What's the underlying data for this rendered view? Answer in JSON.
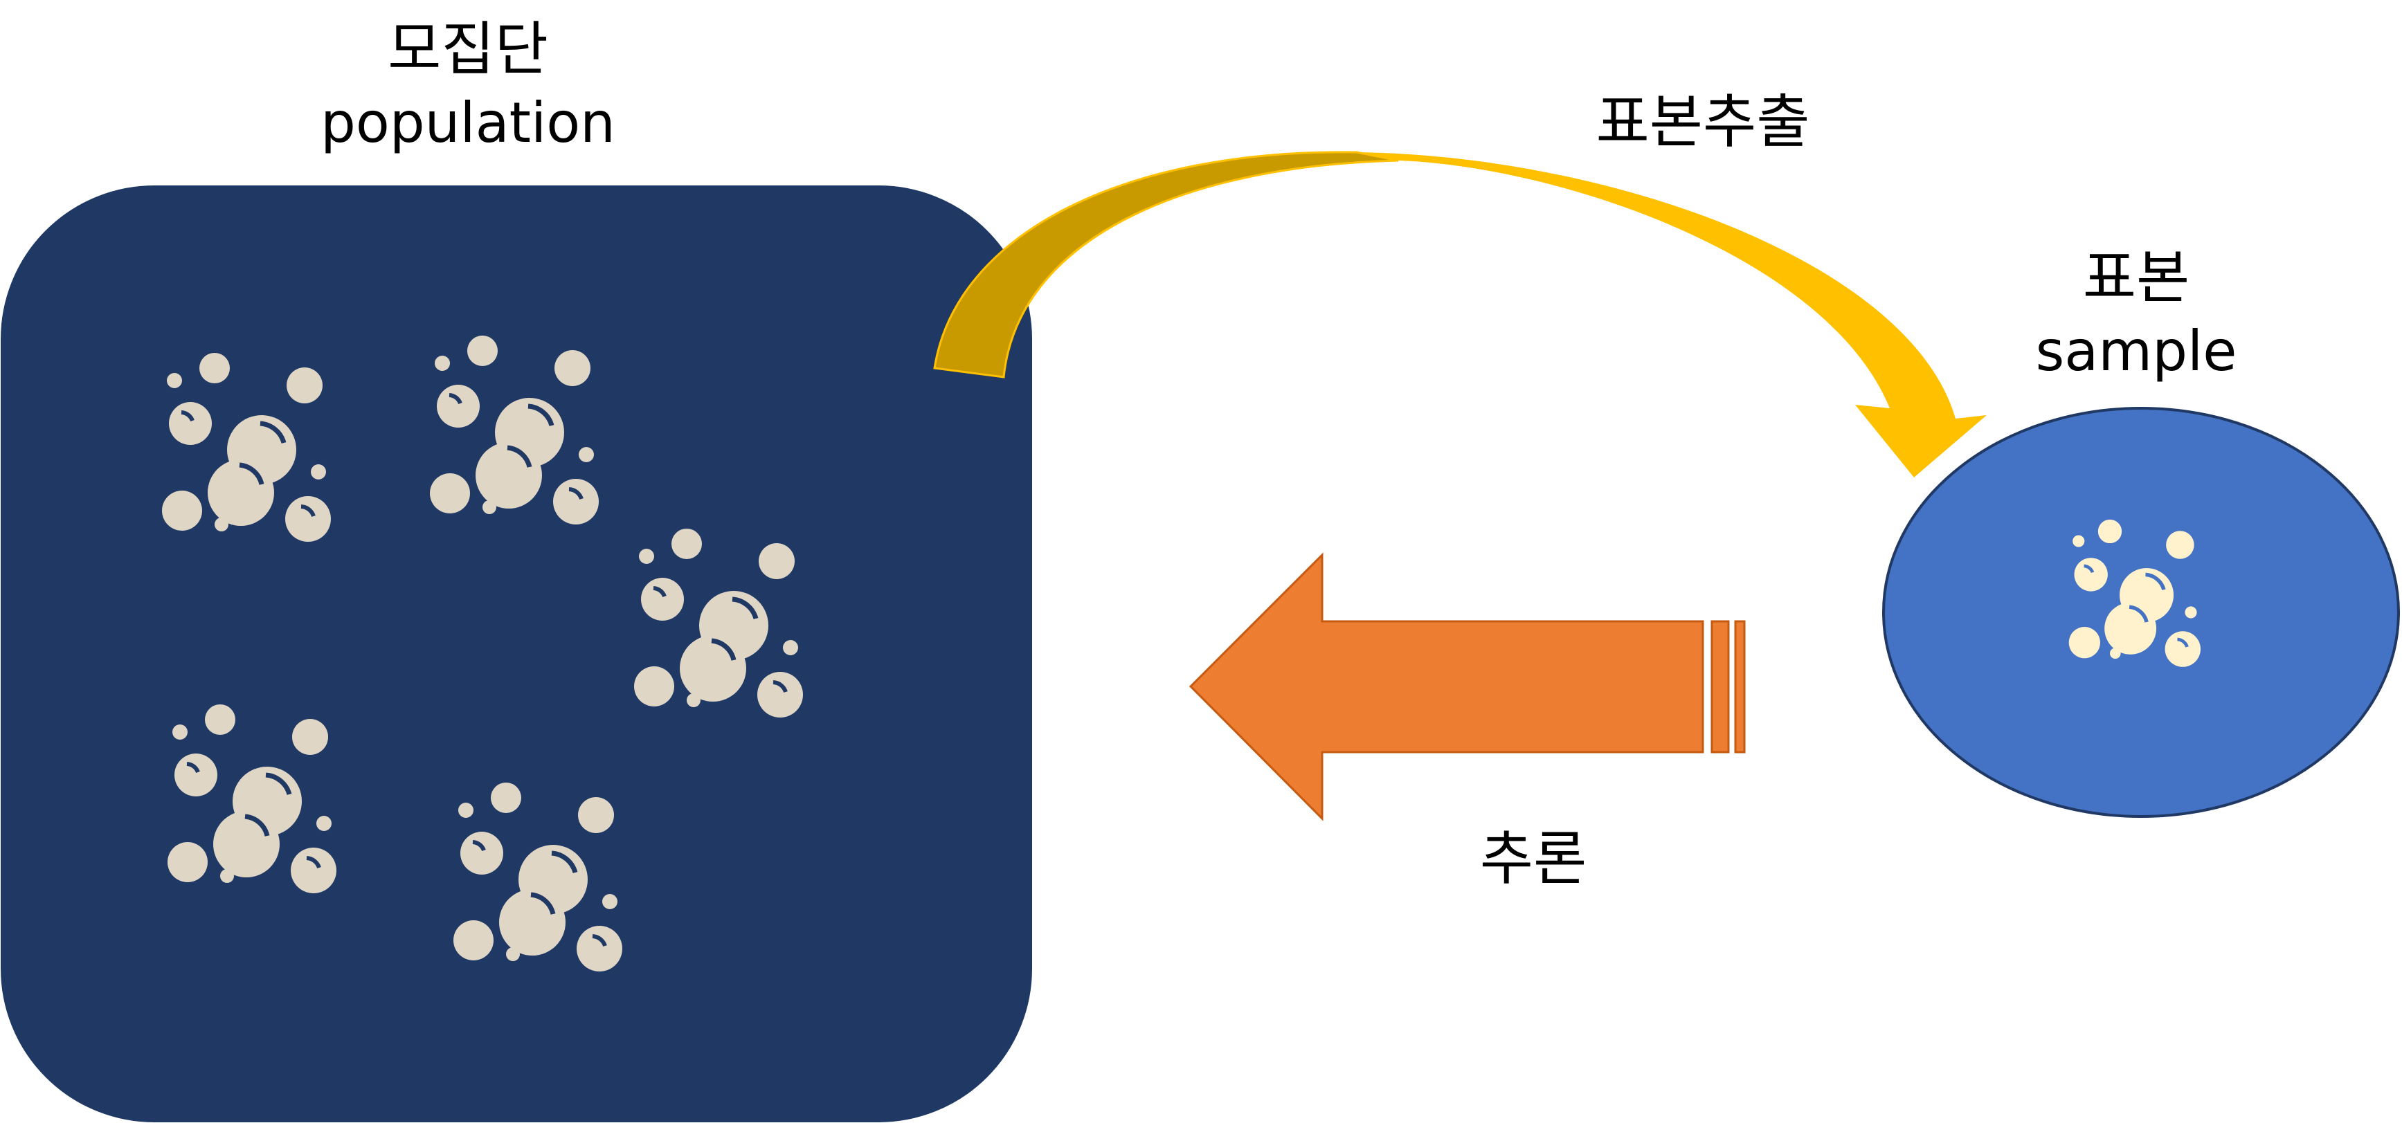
{
  "population": {
    "title_ko": "모집단",
    "title_en": "population",
    "fill": "#203864",
    "bubble_color": "#E0D6C6"
  },
  "sample": {
    "title_ko": "표본",
    "title_en": "sample",
    "fill": "#4472C4",
    "bubble_color": "#FFF2CC"
  },
  "sampling_arrow": {
    "label": "표본추출",
    "color": "#FFC000",
    "shade": "#C99A00"
  },
  "inference_arrow": {
    "label": "추론",
    "color": "#ED7D31",
    "stroke": "#C55A11"
  }
}
